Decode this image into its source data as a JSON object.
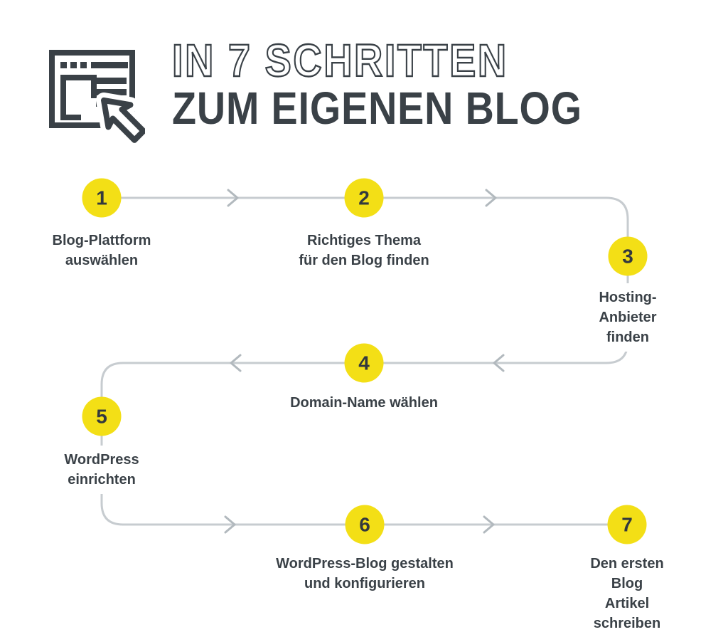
{
  "header": {
    "icon": "browser-window-cursor",
    "title_line1": "IN 7 SCHRITTEN",
    "title_line2": "ZUM EIGENEN BLOG"
  },
  "steps": [
    {
      "number": "1",
      "label": "Blog-Plattform\nauswählen"
    },
    {
      "number": "2",
      "label": "Richtiges Thema\nfür den Blog finden"
    },
    {
      "number": "3",
      "label": "Hosting-Anbieter\nfinden"
    },
    {
      "number": "4",
      "label": "Domain-Name wählen"
    },
    {
      "number": "5",
      "label": "WordPress\neinrichten"
    },
    {
      "number": "6",
      "label": "WordPress-Blog gestalten\nund konfigurieren"
    },
    {
      "number": "7",
      "label": "Den ersten Blog\nArtikel schreiben"
    }
  ],
  "colors": {
    "accent_yellow": "#F3DF16",
    "text_dark": "#3A4147",
    "line_gray": "#C7CCD0",
    "arrow_gray": "#B2B9BE"
  }
}
